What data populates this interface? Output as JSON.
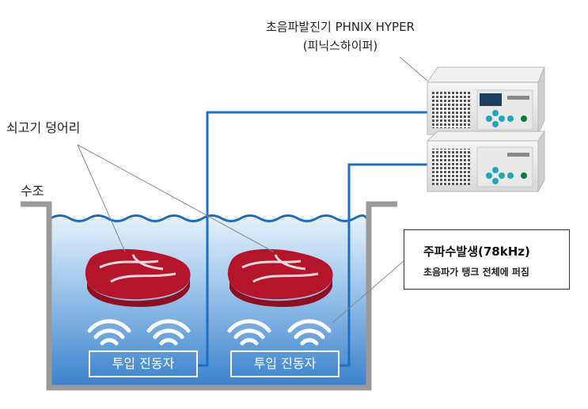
{
  "labels": {
    "generator_line1": "초음파발진기 PHNIX HYPER",
    "generator_line2": "(피닉스하이퍼)",
    "meat": "쇠고기 덩어리",
    "tank": "수조",
    "freq_title": "주파수발생(78kHz)",
    "freq_desc": "초음파가 탱크 전체에 퍼짐",
    "transducer_left": "투입 진동자",
    "transducer_right": "투입 진동자"
  },
  "icons": [
    "wifi-wave-icon",
    "meat-steak-icon",
    "ultrasonic-generator-device-icon"
  ],
  "colors": {
    "water_top": "#dbeaf8",
    "water_bottom": "#3f86cf",
    "cable": "#1f6fbf",
    "tank_wall": "#999999",
    "meat": "#b5152b",
    "device_body": "#eeeeee"
  }
}
